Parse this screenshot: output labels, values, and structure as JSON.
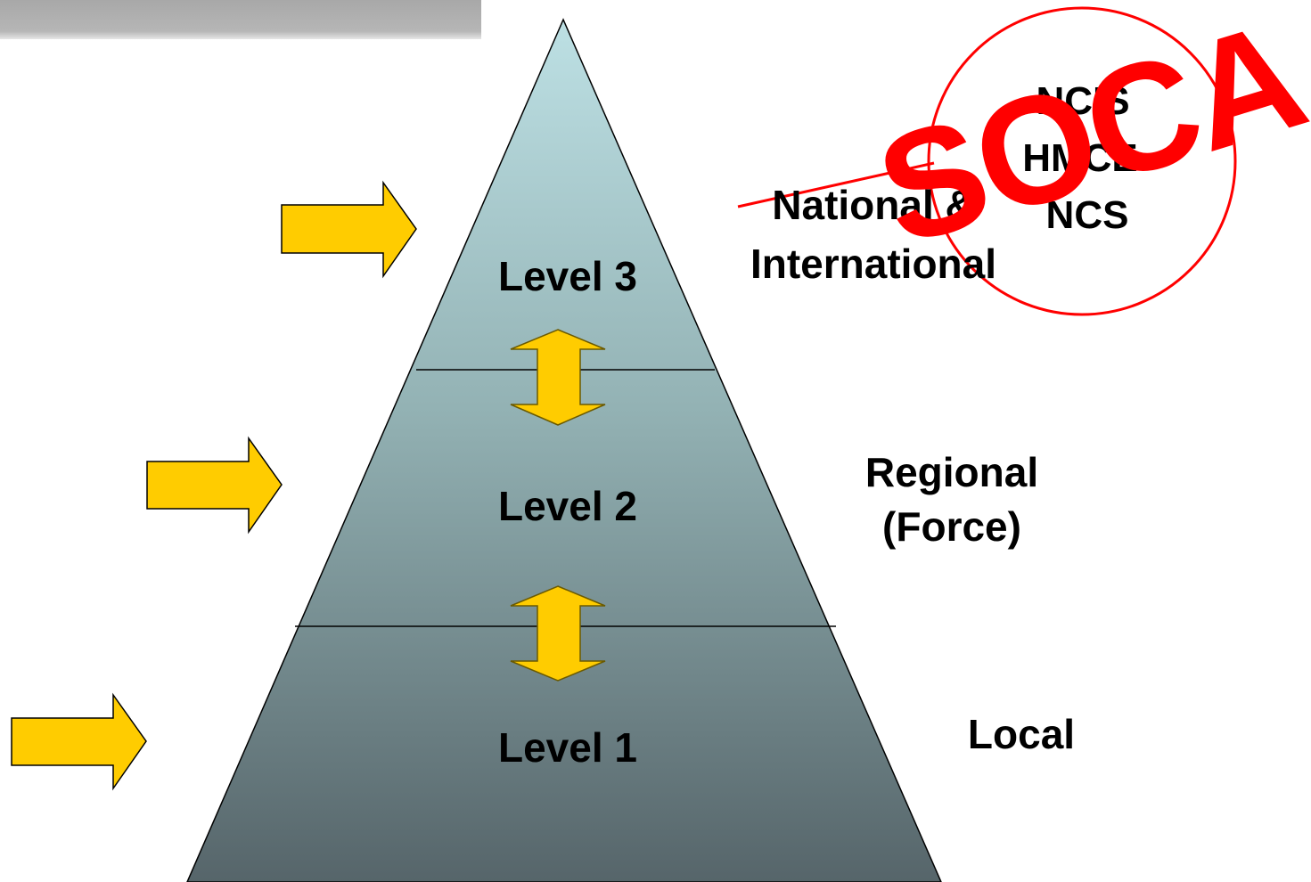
{
  "pyramid": {
    "levels": [
      {
        "label": "Level 3",
        "scope": "National &\nInternational"
      },
      {
        "label": "Level 2",
        "scope": "Regional\n(Force)"
      },
      {
        "label": "Level 1",
        "scope": "Local"
      }
    ]
  },
  "agencies": [
    "NCIS",
    "HMCE",
    "NCS"
  ],
  "stamp": {
    "text": "SOCA"
  },
  "colors": {
    "pyramid_top": "#bde0e4",
    "pyramid_bottom": "#56656a",
    "arrow_fill": "#ffcc00",
    "stamp": "#ff0000",
    "banner": "#b0b0b0"
  }
}
